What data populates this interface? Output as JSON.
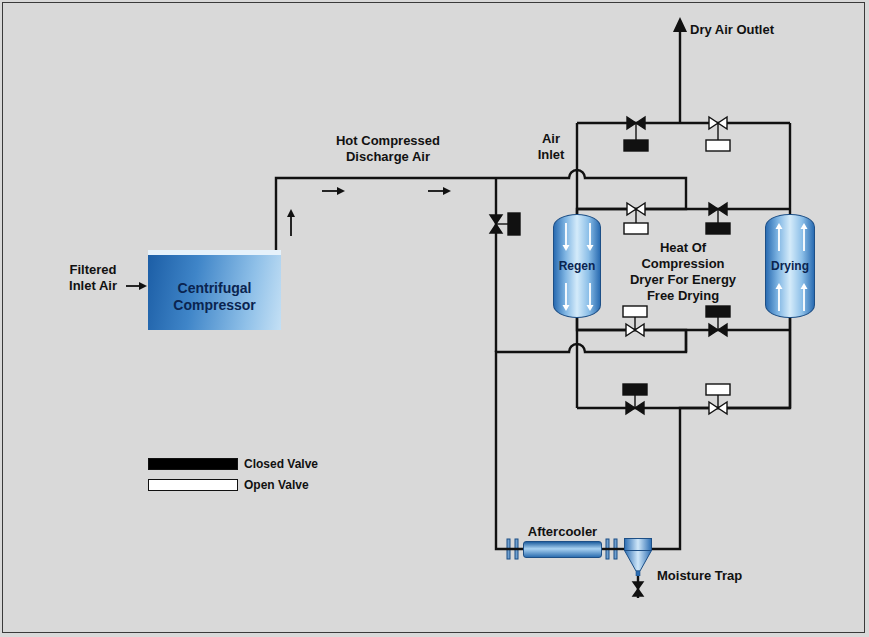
{
  "diagram": {
    "nodes": [
      {
        "text": [
          "Centrifugal Compressor"
        ]
      },
      {
        "text": [
          "Regen"
        ]
      },
      {
        "text": [
          "Drying"
        ]
      },
      {
        "text": [
          "Aftercooler"
        ]
      },
      {
        "text": [
          "Moisture Trap"
        ]
      }
    ],
    "edges": [
      {
        "from": 0,
        "to": 1,
        "arrow": "none"
      },
      {
        "from": 1,
        "to": 3,
        "arrow": "none"
      },
      {
        "from": 3,
        "to": 4,
        "arrow": "none"
      },
      {
        "from": 4,
        "to": 2,
        "arrow": "none"
      }
    ],
    "labels": [
      "Filtered Inlet Air",
      "Hot Compressed Discharge Air",
      "Air Inlet",
      "Dry Air Outlet",
      "Heat Of Compression Dryer For Energy Free Drying"
    ],
    "legend": [
      {
        "text": "Closed Valve",
        "color": "#000000"
      },
      {
        "text": "Open Valve",
        "color": "#ffffff"
      }
    ]
  }
}
